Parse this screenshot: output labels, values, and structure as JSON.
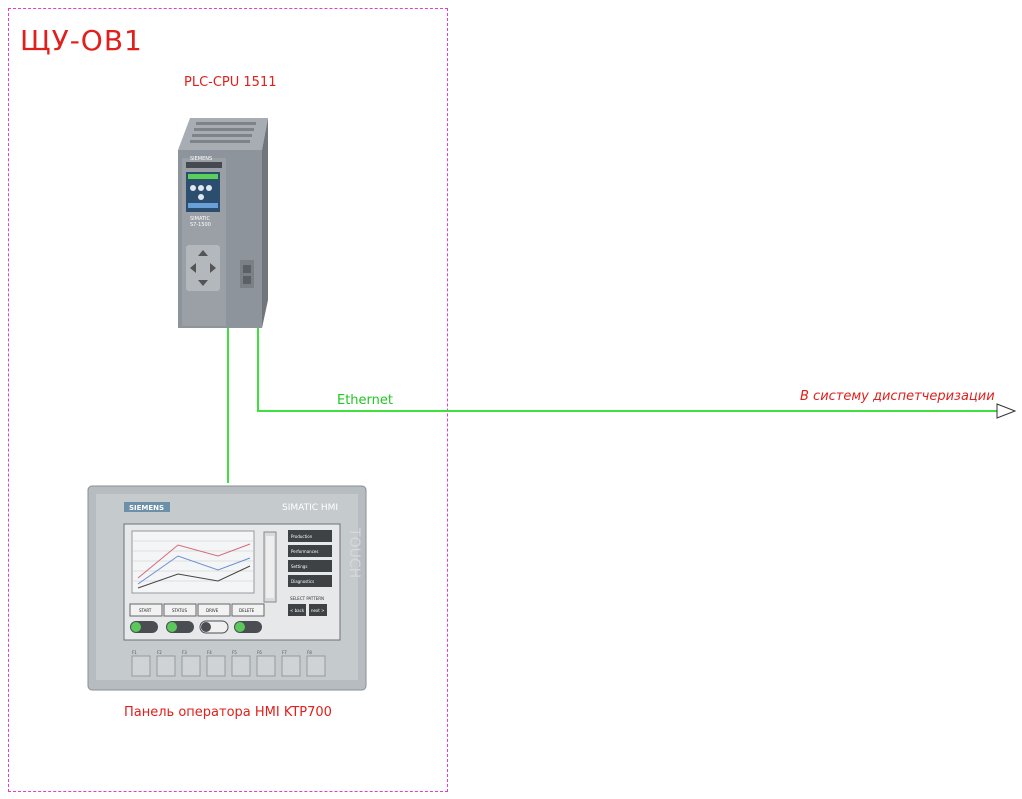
{
  "cabinet": {
    "title": "ЩУ-ОВ1"
  },
  "plc": {
    "label": "PLC-CPU 1511",
    "brand": "SIEMENS",
    "model_line1": "SIMATIC",
    "model_line2": "S7-1500"
  },
  "hmi": {
    "label": "Панель оператора HMI KTP700",
    "brand": "SIEMENS",
    "product": "SIMATIC HMI",
    "touch": "TOUCH",
    "menu": [
      "Production",
      "Performances",
      "Settings",
      "Diagnostics"
    ],
    "select_pattern": "SELECT PATTERN",
    "pattern_buttons": [
      "< back",
      "next >"
    ],
    "stations": [
      "START",
      "STATUS",
      "DRIVE",
      "DELETE"
    ],
    "fkeys": [
      "F1",
      "F2",
      "F3",
      "F4",
      "F5",
      "F6",
      "F7",
      "F8"
    ]
  },
  "network": {
    "ethernet_label": "Ethernet",
    "dispatch_label": "В систему диспетчеризации"
  },
  "colors": {
    "border": "#e040c8",
    "text": "#e0201c",
    "wire": "#3ee03e",
    "wire_label": "#22c722"
  }
}
